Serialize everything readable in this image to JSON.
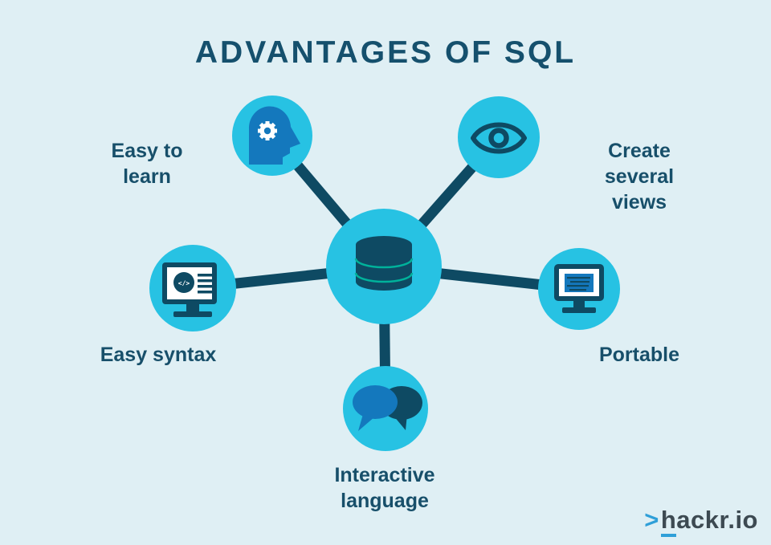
{
  "title": "ADVANTAGES OF SQL",
  "colors": {
    "background": "#dfeff4",
    "cyan": "#27c2e3",
    "navy": "#0e4a63",
    "blue": "#1478bd",
    "teal": "#00b29b",
    "titleText": "#15506d",
    "labelText": "#174f6a",
    "logoBlue": "#2f9fd8",
    "logoDark": "#3d4a52"
  },
  "diagram": {
    "center_icon": "database-icon",
    "code_glyph": "</>",
    "nodes": [
      {
        "id": "easy-to-learn",
        "label": "Easy to\nlearn",
        "icon": "head-gear-icon"
      },
      {
        "id": "create-several-views",
        "label": "Create several\nviews",
        "icon": "eye-icon"
      },
      {
        "id": "easy-syntax",
        "label": "Easy syntax",
        "icon": "monitor-code-icon"
      },
      {
        "id": "portable",
        "label": "Portable",
        "icon": "monitor-terminal-icon"
      },
      {
        "id": "interactive-language",
        "label": "Interactive\nlanguage",
        "icon": "chat-bubbles-icon"
      }
    ]
  },
  "logo": {
    "prefix": ">",
    "first_letter": "h",
    "rest": "ackr.io"
  }
}
